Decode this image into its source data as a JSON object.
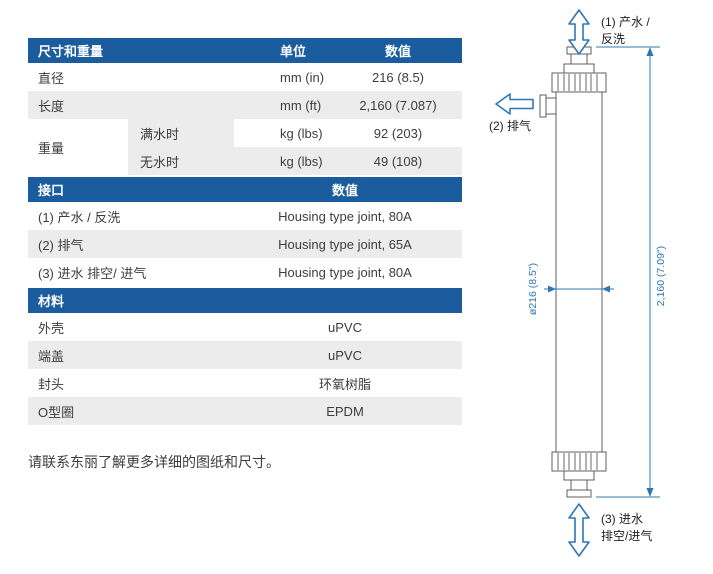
{
  "colors": {
    "header_blue": "#1b5c9e",
    "row_alt": "#ececec",
    "dim_blue": "#2f77b6"
  },
  "table1": {
    "header": {
      "col1": "尺寸和重量",
      "col2": "单位",
      "col3": "数值"
    },
    "rows": [
      {
        "label": "直径",
        "unit": "mm (in)",
        "value": "216 (8.5)"
      },
      {
        "label": "长度",
        "unit": "mm (ft)",
        "value": "2,160 (7.087)"
      }
    ],
    "weight": {
      "label": "重量",
      "rows": [
        {
          "sub": "满水时",
          "unit": "kg (lbs)",
          "value": "92 (203)"
        },
        {
          "sub": "无水时",
          "unit": "kg (lbs)",
          "value": "49 (108)"
        }
      ]
    }
  },
  "table2": {
    "header": {
      "col1": "接口",
      "col2": "数值"
    },
    "rows": [
      {
        "label": "(1) 产水 / 反洗",
        "value": "Housing type joint, 80A"
      },
      {
        "label": "(2) 排气",
        "value": "Housing type joint, 65A"
      },
      {
        "label": "(3) 进水 排空/ 进气",
        "value": "Housing type joint, 80A"
      }
    ]
  },
  "table3": {
    "header": {
      "col1": "材料"
    },
    "rows": [
      {
        "label": "外壳",
        "value": "uPVC"
      },
      {
        "label": "端盖",
        "value": "uPVC"
      },
      {
        "label": "封头",
        "value": "环氧树脂"
      },
      {
        "label": "O型圈",
        "value": "EPDM"
      }
    ]
  },
  "footer_note": "请联系东丽了解更多详细的图纸和尺寸。",
  "diagram": {
    "port1_label": "(1) 产水 /\n反洗",
    "port2_label": "(2) 排气",
    "port3_label": "(3) 进水\n排空/进气",
    "dim_height": "2,160 (7.09\")",
    "dim_diameter": "ø216 (8.5\")"
  }
}
